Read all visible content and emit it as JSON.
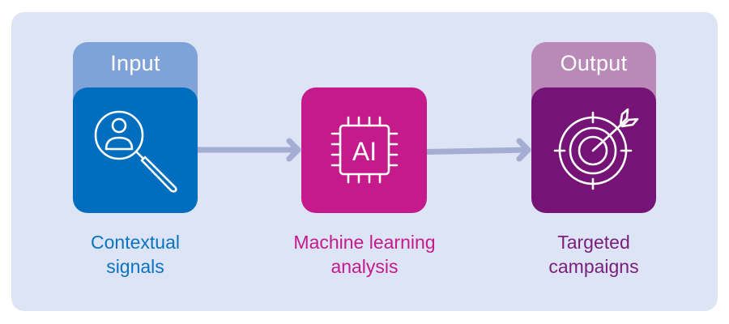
{
  "diagram": {
    "colors": {
      "panel_bg": "#dce4f5",
      "arrow": "#a4aed3",
      "input_tab": "#7fa3d9",
      "input_box": "#006ebe",
      "input_text": "#0a74c2",
      "ai_box": "#c51a8c",
      "ai_text": "#c51a8c",
      "output_tab": "#b98ab8",
      "output_box": "#751476",
      "output_text": "#7a1e7b",
      "icon_stroke": "#ffffff"
    },
    "stages": [
      {
        "id": "input",
        "tab_label": "Input",
        "icon": "user-search-icon",
        "caption_line1": "Contextual",
        "caption_line2": "signals"
      },
      {
        "id": "ai",
        "tab_label": null,
        "icon": "ai-chip-icon",
        "icon_text": "AI",
        "caption_line1": "Machine learning",
        "caption_line2": "analysis"
      },
      {
        "id": "output",
        "tab_label": "Output",
        "icon": "target-arrow-icon",
        "caption_line1": "Targeted",
        "caption_line2": "campaigns"
      }
    ],
    "connectors": [
      {
        "from": "input",
        "to": "ai",
        "icon": "arrow-right-icon"
      },
      {
        "from": "ai",
        "to": "output",
        "icon": "arrow-right-icon"
      }
    ]
  }
}
